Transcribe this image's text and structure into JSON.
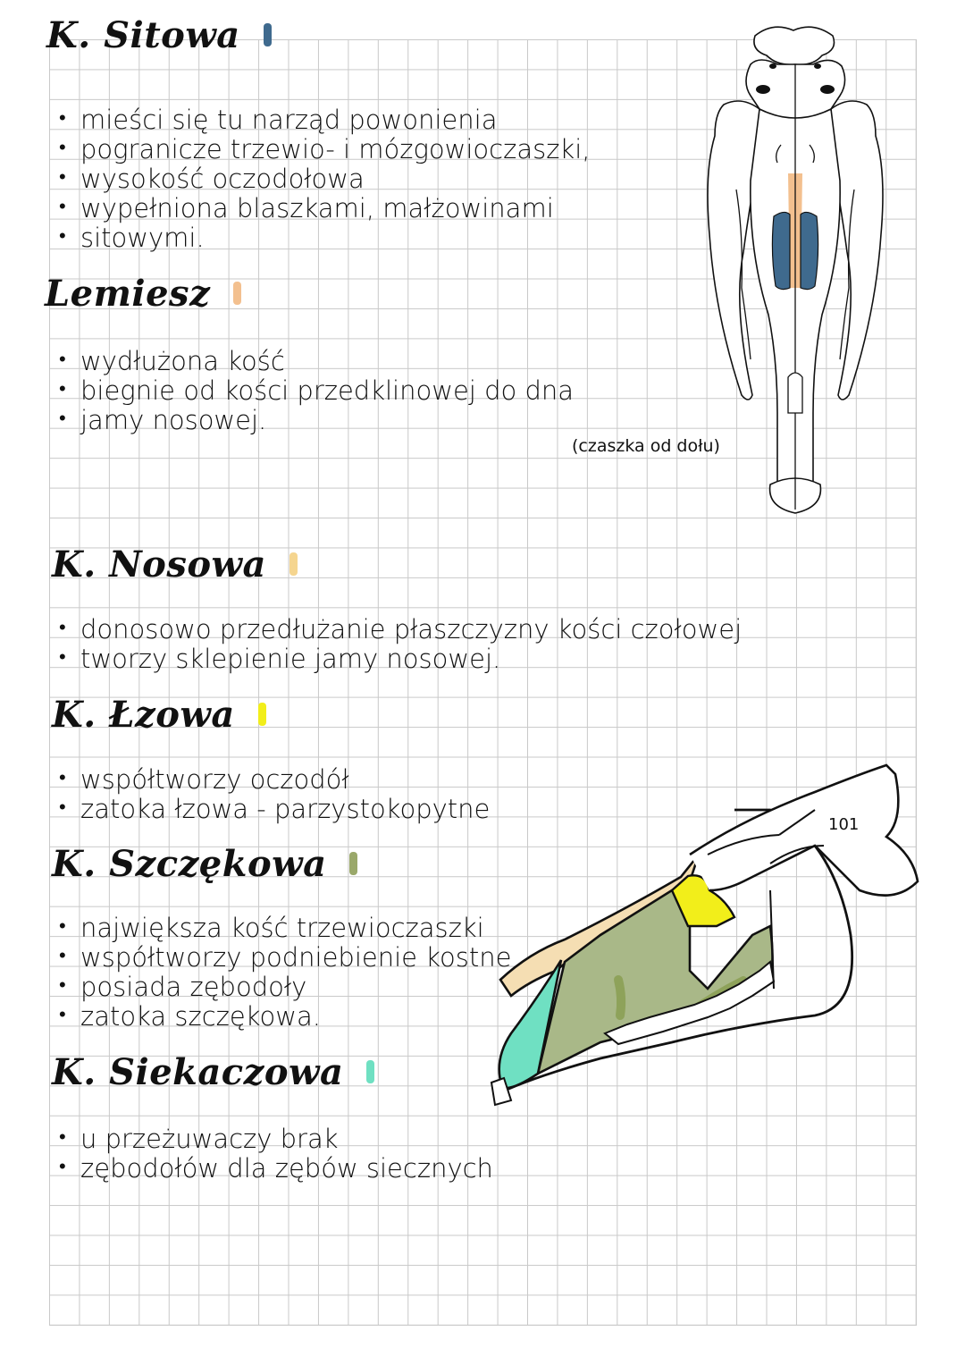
{
  "page": {
    "background": "#ffffff",
    "grid_color": "#c9c9c9"
  },
  "sections": [
    {
      "id": "sitowa",
      "title": "K. Sitowa",
      "swatch_color": "#3f6a8e",
      "bullets": [
        "mieści się tu narząd powonienia",
        "pogranicze trzewio- i mózgowioczaszki,",
        "wysokość oczodołowa",
        "wypełniona blaszkami, małżowinami",
        "sitowymi."
      ]
    },
    {
      "id": "lemiesz",
      "title": "Lemiesz",
      "swatch_color": "#f3c08f",
      "bullets": [
        "wydłużona kość",
        "biegnie od kości przedklinowej do dna",
        "jamy nosowej."
      ]
    },
    {
      "id": "nosowa",
      "title": "K. Nosowa",
      "swatch_color": "#f5d58f",
      "bullets": [
        "donosowo przedłużanie płaszczyzny kości czołowej",
        "tworzy sklepienie jamy nosowej."
      ]
    },
    {
      "id": "lzowa",
      "title": "K. Łzowa",
      "swatch_color": "#f2ee1a",
      "bullets": [
        "współtworzy oczodół",
        "zatoka łzowa - parzystokopytne"
      ]
    },
    {
      "id": "szczekowa",
      "title": "K. Szczękowa",
      "swatch_color": "#9aa86a",
      "bullets": [
        "największa kość trzewioczaszki",
        "współtworzy podniebienie kostne",
        "posiada zębodoły",
        "zatoka szczękowa."
      ]
    },
    {
      "id": "siekaczowa",
      "title": "K. Siekaczowa",
      "swatch_color": "#6fe0c2",
      "bullets": [
        "u przeżuwaczy brak",
        "zębodołów dla zębów siecznych"
      ]
    }
  ],
  "figures": {
    "ventral_skull": {
      "caption": "(czaszka od dołu)",
      "vomer_color": "#f3c08f",
      "ethmoid_color": "#3f6a8e"
    },
    "lateral_skull": {
      "nasal_color": "#f5deb3",
      "lacrimal_color": "#f2ee1a",
      "maxilla_color": "#a9b888",
      "maxilla_shade": "#8ea25a",
      "incisive_color": "#6fe0c2",
      "orbit_label": "101"
    }
  }
}
